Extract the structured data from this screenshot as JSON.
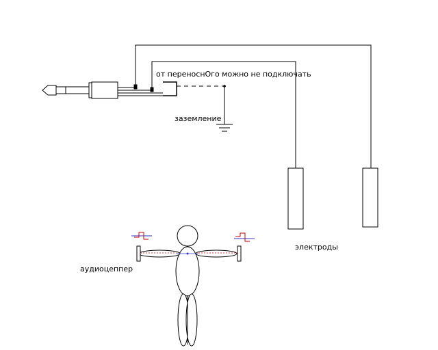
{
  "labels": {
    "note": "от переноснОго можно не подключать",
    "ground": "заземление",
    "electrodes": "электроды",
    "audiozepper": "аудиоцеппер"
  },
  "colors": {
    "line": "#000000",
    "signal_red": "#cc0000",
    "signal_blue": "#3333cc",
    "background": "#ffffff"
  }
}
